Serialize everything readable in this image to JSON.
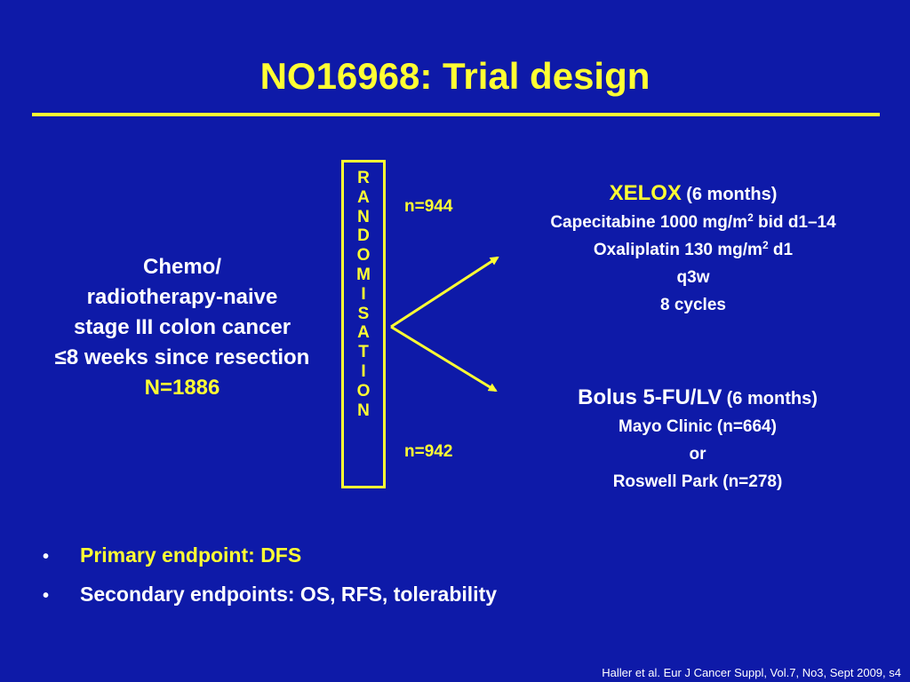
{
  "title": "NO16968: Trial design",
  "population": {
    "line1": "Chemo/",
    "line2": "radiotherapy-naive",
    "line3": "stage III colon cancer",
    "line4": "≤8 weeks since resection",
    "n": "N=1886"
  },
  "randomisation_letters": [
    "R",
    "A",
    "N",
    "D",
    "O",
    "M",
    "I",
    "S",
    "A",
    "T",
    "I",
    "O",
    "N"
  ],
  "upper_n": "n=944",
  "lower_n": "n=942",
  "arm_xelox": {
    "name": "XELOX",
    "duration": "(6 months)",
    "drug1_pre": "Capecitabine 1000 mg/m",
    "drug1_sup": "2",
    "drug1_post": " bid d1–14",
    "drug2_pre": "Oxaliplatin 130 mg/m",
    "drug2_sup": "2",
    "drug2_post": " d1",
    "schedule": "q3w",
    "cycles": "8 cycles"
  },
  "arm_bolus": {
    "name": "Bolus 5-FU/LV",
    "duration": "(6 months)",
    "option1": "Mayo Clinic (n=664)",
    "or": "or",
    "option2": "Roswell Park (n=278)"
  },
  "endpoints": {
    "primary": "Primary endpoint: DFS",
    "secondary": "Secondary endpoints: OS, RFS, tolerability"
  },
  "bullet_glyph": "•",
  "citation": "Haller et al. Eur J Cancer Suppl, Vol.7, No3, Sept 2009, s4",
  "colors": {
    "background": "#0e1aa8",
    "accent": "#ffff33",
    "text": "#ffffff"
  }
}
